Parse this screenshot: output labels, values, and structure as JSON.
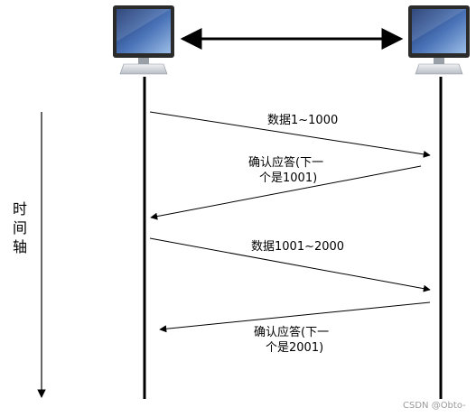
{
  "messages": [
    {
      "lines": [
        "数据1~1000"
      ]
    },
    {
      "lines": [
        "确认应答(下一",
        "个是1001)"
      ]
    },
    {
      "lines": [
        "数据1001~2000"
      ]
    },
    {
      "lines": [
        "确认应答(下一",
        "个是2001)"
      ]
    }
  ],
  "time_axis": {
    "chars": [
      "时",
      "间",
      "轴"
    ]
  },
  "watermark": "CSDN @Obto-",
  "colors": {
    "line": "#000000",
    "screen_top": "#1d3a78",
    "screen_bottom": "#7fa6d9",
    "bezel": "#2b2b2b",
    "stand": "#d9dde2",
    "background": "#ffffff"
  },
  "icons": {
    "left_host": "desktop-monitor-icon",
    "right_host": "desktop-monitor-icon"
  }
}
